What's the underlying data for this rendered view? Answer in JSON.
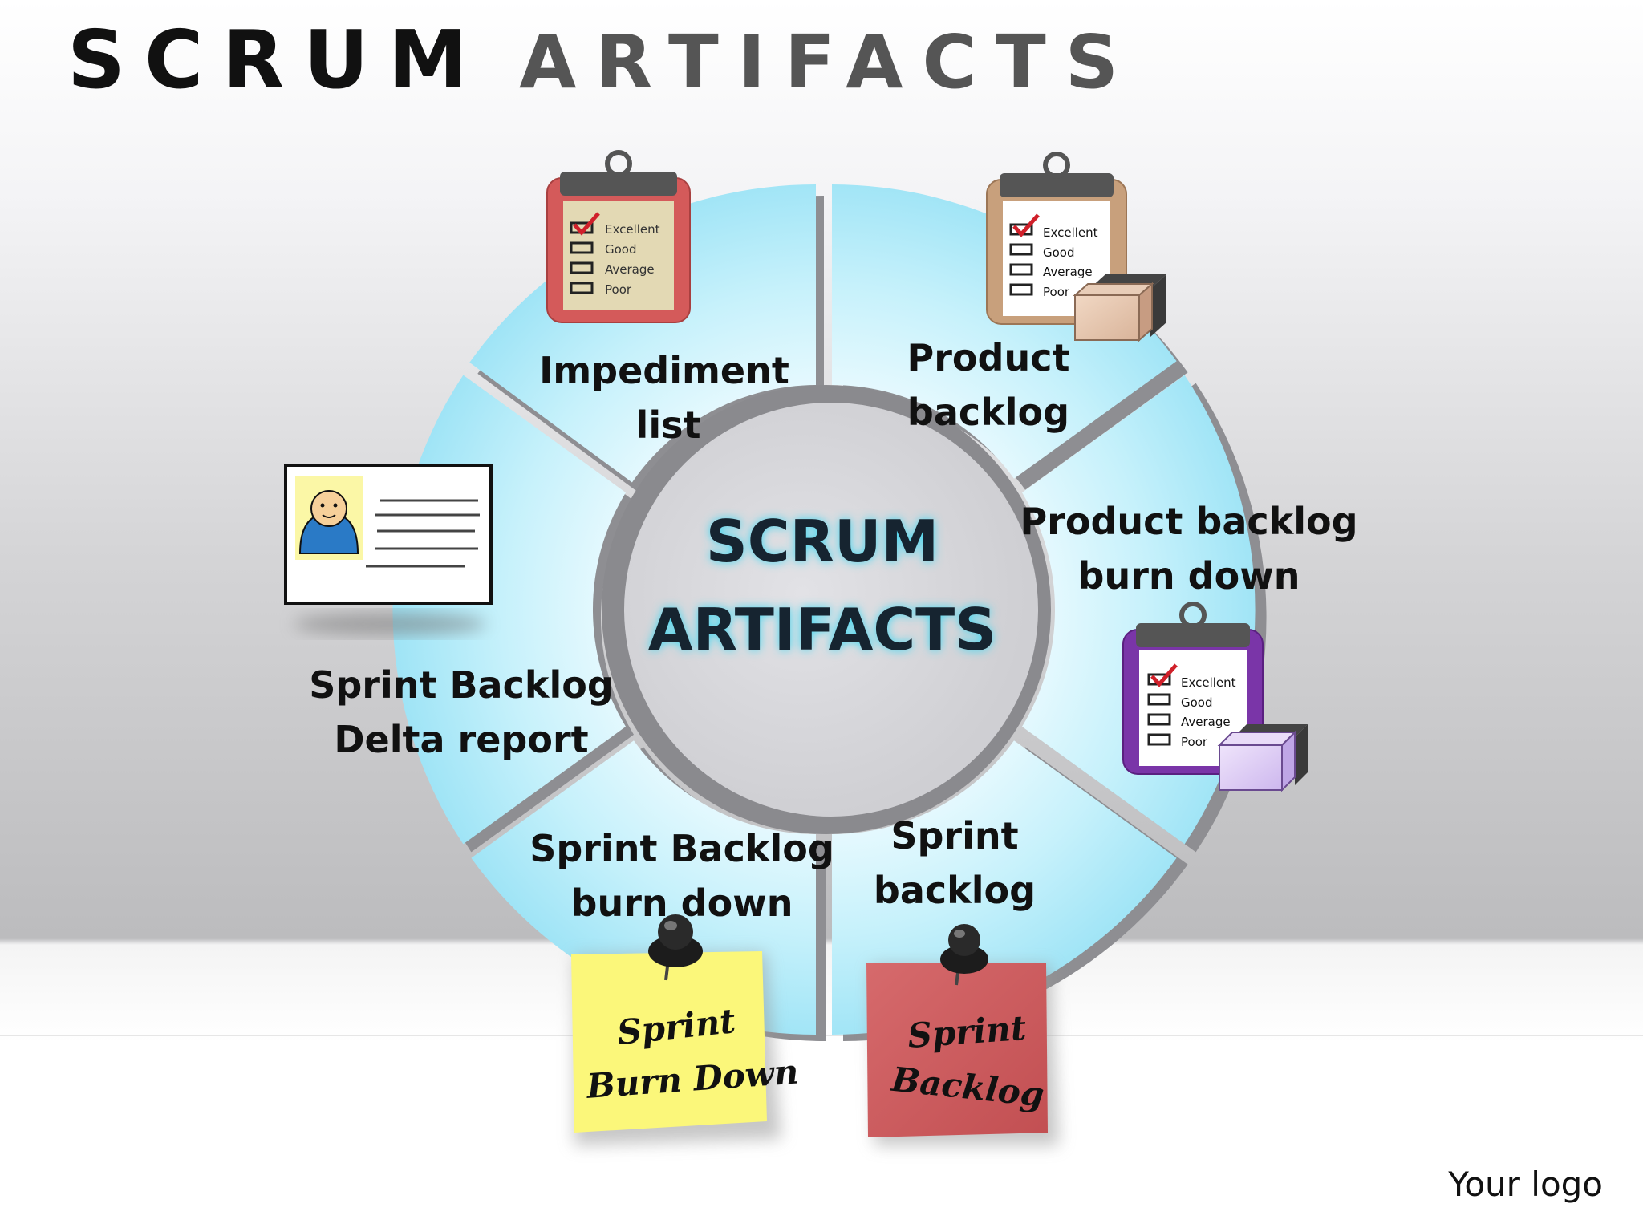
{
  "title": {
    "word1": "SCRUM",
    "word2": "ARTIFACTS"
  },
  "center": {
    "line1": "SCRUM",
    "line2": "ARTIFACTS"
  },
  "segments": [
    {
      "line1": "Impediment",
      "line2": "list"
    },
    {
      "line1": "Product",
      "line2": "backlog"
    },
    {
      "line1": "Product backlog",
      "line2": "burn down"
    },
    {
      "line1": "Sprint",
      "line2": "backlog"
    },
    {
      "line1": "Sprint Backlog",
      "line2": "burn down"
    },
    {
      "line1": "Sprint Backlog",
      "line2": "Delta report"
    }
  ],
  "checklist": {
    "items": [
      "Excellent",
      "Good",
      "Average",
      "Poor"
    ]
  },
  "notes": {
    "yellow": {
      "line1": "Sprint",
      "line2": "Burn Down"
    },
    "red": {
      "line1": "Sprint",
      "line2": "Backlog"
    }
  },
  "footer": {
    "logo": "Your logo"
  },
  "colors": {
    "segment_fill": "#aeeaf8",
    "hub_fill": "#d4d4d8",
    "clipboard_red": "#d45a5a",
    "clipboard_tan": "#c8a07c",
    "clipboard_purple": "#7a35a8",
    "note_yellow": "#fbf77a",
    "note_red": "#c8575a"
  }
}
